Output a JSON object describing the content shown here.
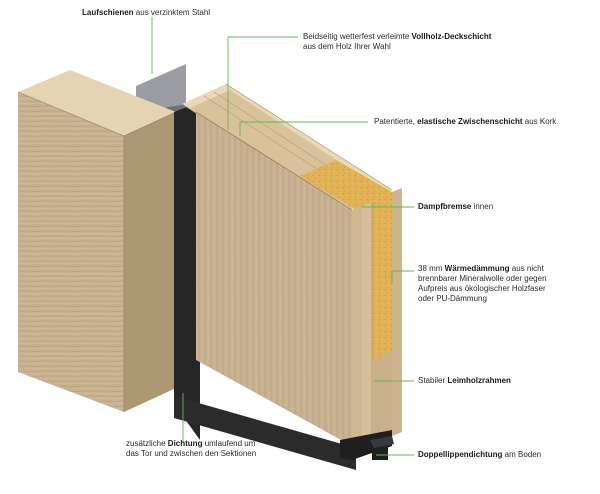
{
  "colors": {
    "leader": "#5db85a",
    "wood_face": "#c9b392",
    "wood_top": "#e6d6b6",
    "wood_side": "#b09a78",
    "insulation": "#e3b45a",
    "rail": "#8e9095",
    "seal": "#2a2a2a"
  },
  "callouts": {
    "rails": {
      "bold": "Laufschienen",
      "text": " aus verzinktem Stahl"
    },
    "cover_layer": {
      "pre": "Beidseitig wetterfest verleimte ",
      "bold": "Vollholz-Deckschicht",
      "line2": "aus dem Holz Ihrer Wahl"
    },
    "cork_layer": {
      "pre": "Patentierte, ",
      "bold": "elastische Zwischenschicht",
      "post": " aus Kork"
    },
    "vapor_brake": {
      "bold": "Dampfbremse",
      "text": " innen"
    },
    "insulation": {
      "pre": "38 mm ",
      "bold": "Wärmedämmung",
      "post": " aus nicht",
      "line2": "brennbarer Mineralwolle oder gegen",
      "line3": "Aufpreis aus ökologischer Holzfaser",
      "line4": "oder PU-Dämmung"
    },
    "frame": {
      "pre": "Stabiler ",
      "bold": "Leimholzrahmen"
    },
    "seal": {
      "pre": "zusätzliche ",
      "bold": "Dichtung",
      "post": " umlaufend um",
      "line2": "das Tor und zwischen den Sektionen"
    },
    "bottom_seal": {
      "bold": "Doppellippendichtung",
      "text": " am Boden"
    }
  }
}
